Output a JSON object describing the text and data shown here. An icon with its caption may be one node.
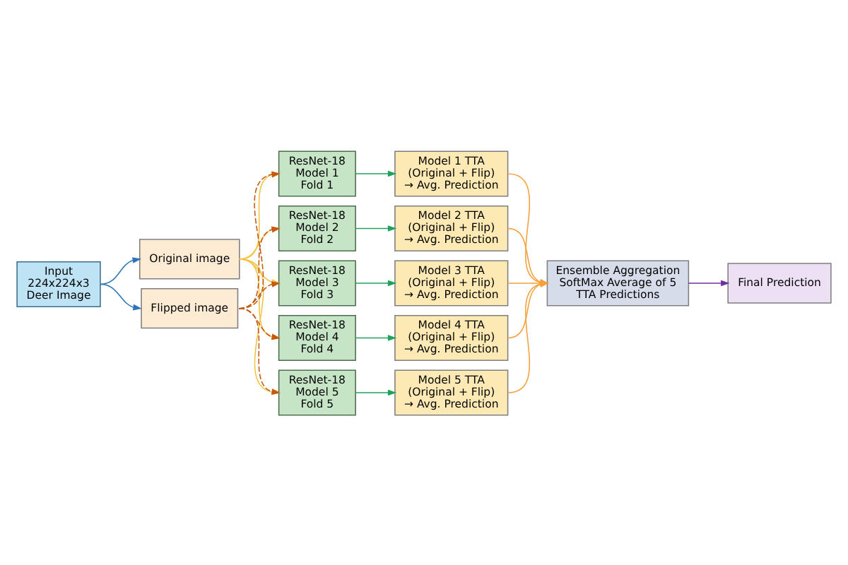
{
  "diagram": {
    "nodes": [
      {
        "text": [
          "Input 224x224x3 Deer Image"
        ]
      },
      {
        "text": [
          "Original image"
        ]
      },
      {
        "text": [
          "Flipped image"
        ]
      },
      {
        "text": [
          "ResNet-18 Model 1 Fold 1"
        ]
      },
      {
        "text": [
          "ResNet-18 Model 2 Fold 2"
        ]
      },
      {
        "text": [
          "ResNet-18 Model 3 Fold 3"
        ]
      },
      {
        "text": [
          "ResNet-18 Model 4 Fold 4"
        ]
      },
      {
        "text": [
          "ResNet-18 Model 5 Fold 5"
        ]
      },
      {
        "text": [
          "Model 1 TTA (Original + Flip) → Avg. Prediction"
        ]
      },
      {
        "text": [
          "Model 2 TTA (Original + Flip) → Avg. Prediction"
        ]
      },
      {
        "text": [
          "Model 3 TTA (Original + Flip) → Avg. Prediction"
        ]
      },
      {
        "text": [
          "Model 4 TTA (Original + Flip) → Avg. Prediction"
        ]
      },
      {
        "text": [
          "Model 5 TTA (Original + Flip) → Avg. Prediction"
        ]
      },
      {
        "text": [
          "Ensemble Aggregation SoftMax Average of 5 TTA Predictions"
        ]
      },
      {
        "text": [
          "Final Prediction"
        ]
      }
    ],
    "edges": [
      {
        "from": 0,
        "to": 1,
        "arrow": "to",
        "color": "#2e75b6"
      },
      {
        "from": 0,
        "to": 2,
        "arrow": "to",
        "color": "#2e75b6"
      },
      {
        "from": 1,
        "to": 3,
        "arrow": "to",
        "color": "#f5c242"
      },
      {
        "from": 1,
        "to": 4,
        "arrow": "to",
        "color": "#f5c242"
      },
      {
        "from": 1,
        "to": 5,
        "arrow": "to",
        "color": "#f5c242"
      },
      {
        "from": 1,
        "to": 6,
        "arrow": "to",
        "color": "#f5c242"
      },
      {
        "from": 1,
        "to": 7,
        "arrow": "to",
        "color": "#f5c242"
      },
      {
        "from": 2,
        "to": 3,
        "arrow": "to",
        "style": "dashed",
        "color": "#c55a11"
      },
      {
        "from": 2,
        "to": 4,
        "arrow": "to",
        "style": "dashed",
        "color": "#c55a11"
      },
      {
        "from": 2,
        "to": 5,
        "arrow": "to",
        "style": "dashed",
        "color": "#c55a11"
      },
      {
        "from": 2,
        "to": 6,
        "arrow": "to",
        "style": "dashed",
        "color": "#c55a11"
      },
      {
        "from": 2,
        "to": 7,
        "arrow": "to",
        "style": "dashed",
        "color": "#c55a11"
      },
      {
        "from": 3,
        "to": 8,
        "arrow": "to",
        "color": "#1fa35a"
      },
      {
        "from": 4,
        "to": 9,
        "arrow": "to",
        "color": "#1fa35a"
      },
      {
        "from": 5,
        "to": 10,
        "arrow": "to",
        "color": "#1fa35a"
      },
      {
        "from": 6,
        "to": 11,
        "arrow": "to",
        "color": "#1fa35a"
      },
      {
        "from": 7,
        "to": 12,
        "arrow": "to",
        "color": "#1fa35a"
      },
      {
        "from": 8,
        "to": 13,
        "arrow": "to",
        "color": "#f4a13a"
      },
      {
        "from": 9,
        "to": 13,
        "arrow": "to",
        "color": "#f4a13a"
      },
      {
        "from": 10,
        "to": 13,
        "arrow": "to",
        "color": "#f4a13a"
      },
      {
        "from": 11,
        "to": 13,
        "arrow": "to",
        "color": "#f4a13a"
      },
      {
        "from": 12,
        "to": 13,
        "arrow": "to",
        "color": "#f4a13a"
      },
      {
        "from": 13,
        "to": 14,
        "arrow": "to",
        "color": "#7030a0"
      }
    ]
  }
}
